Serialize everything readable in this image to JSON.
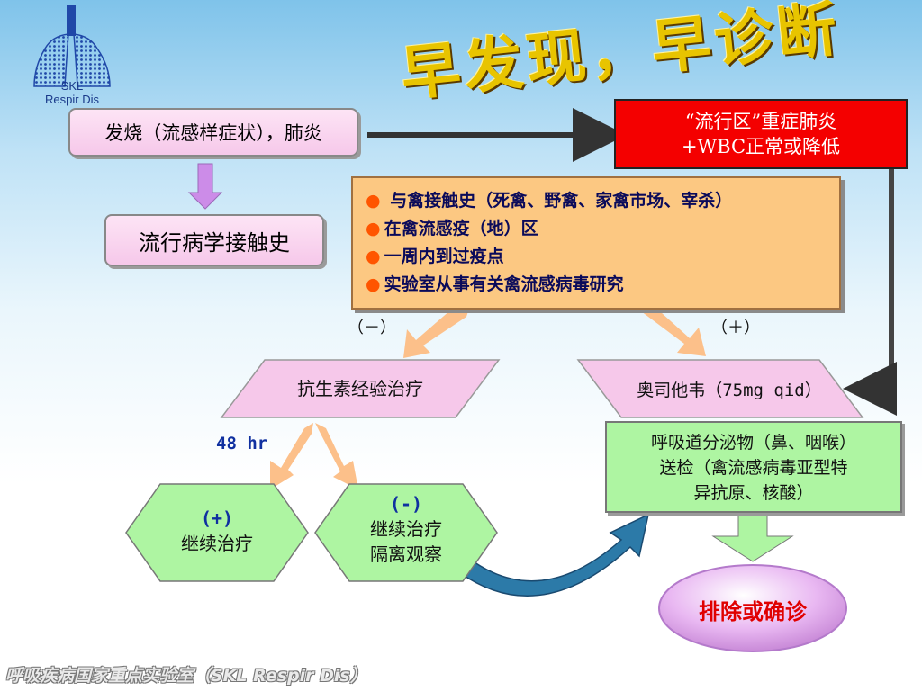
{
  "title": "早发现，早诊断",
  "logo": {
    "line1": "SKL",
    "line2": "Respir Dis"
  },
  "nodes": {
    "fever": "发烧（流感样症状），肺炎",
    "epi_contact": "流行病学接触史",
    "severe": {
      "line1": "“流行区”重症肺炎",
      "line2": "+WBC正常或降低"
    },
    "exposure_items": [
      "与禽接触史（死禽、野禽、家禽市场、宰杀）",
      "在禽流感疫（地）区",
      "一周内到过疫点",
      "实验室从事有关禽流感病毒研究"
    ],
    "neg_label": "（－）",
    "pos_label": "（＋）",
    "antibiotic": "抗生素经验治疗",
    "oseltamivir": {
      "drug": "奥司他韦（",
      "dose": "75mg qid",
      "close": "）"
    },
    "hours": "48 hr",
    "plus": {
      "sign": "(+)",
      "text": "继续治疗"
    },
    "minus": {
      "sign": "(-)",
      "line1": "继续治疗",
      "line2": "隔离观察"
    },
    "specimen": {
      "line1": "呼吸道分泌物（鼻、咽喉）",
      "line2": "送检（禽流感病毒亚型特",
      "line3": "异抗原、核酸）"
    },
    "result": "排除或确诊"
  },
  "footer": "呼吸疾病国家重点实验室（SKL Respir Dis）",
  "colors": {
    "pink": "#f6c8ea",
    "red": "#f40000",
    "orange": "#fcc882",
    "green": "#aef5a2",
    "title_yellow": "#e8c400",
    "arrow_peach": "#fcc08a",
    "arrow_violet": "#cc8ce8",
    "arrow_teal": "#2c7aa8"
  }
}
